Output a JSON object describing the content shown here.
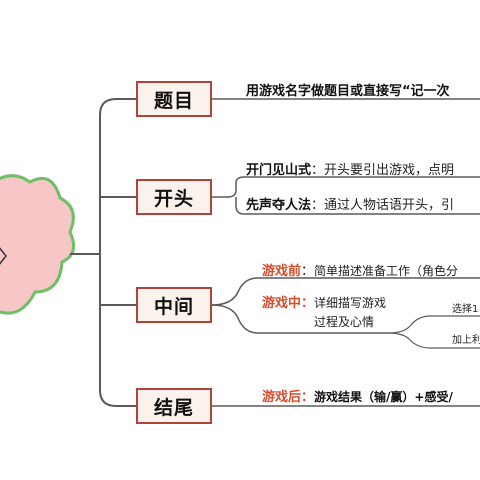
{
  "branches": {
    "topic": {
      "label": "题目",
      "text": "用游戏名字做题目或直接写“记一次"
    },
    "opening": {
      "label": "开头",
      "items": [
        {
          "key": "开门见山式",
          "sep": "：",
          "text": "开头要引出游戏，点明"
        },
        {
          "key": "先声夺人法",
          "sep": "：",
          "text": "通过人物话语开头，引"
        }
      ]
    },
    "middle": {
      "label": "中间",
      "before": {
        "key": "游戏前",
        "sep": "：",
        "text": "简单描述准备工作（角色分"
      },
      "during": {
        "key": "游戏中",
        "sep": "：",
        "line1": "详细描写游戏",
        "line2": "过程及心情"
      },
      "sub": {
        "item1": "选择1",
        "item2": "加上利"
      }
    },
    "ending": {
      "label": "结尾",
      "after": {
        "key": "游戏后",
        "sep": "：",
        "text": "游戏结果（输/赢）+感受/"
      }
    }
  },
  "colors": {
    "line": "#5a5a5a",
    "node_border": "#b2433a",
    "node_fill": "#fbf3eb",
    "cloud_fill": "#f7c7c7",
    "cloud_stroke": "#6fbf67",
    "highlight_red": "#d94b2a"
  }
}
